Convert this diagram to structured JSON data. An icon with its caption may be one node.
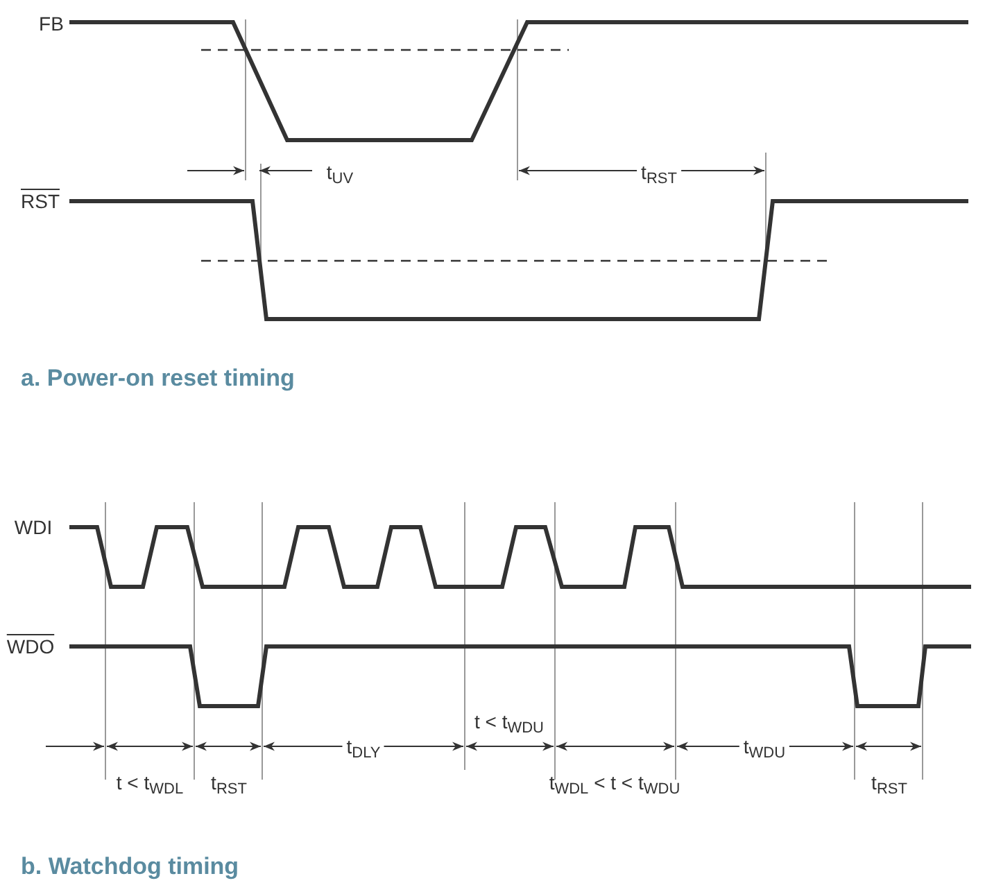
{
  "diagram": {
    "labels": [
      "FB",
      "t$_{UV}$",
      "t$_{RST}$",
      "RST",
      "a. Power-on reset timing",
      "WDI",
      "WDO",
      "t < t$_{WDU}$",
      "t$_{DLY}$",
      "t$_{WDU}$",
      "t < t$_{WDL}$",
      "t$_{RST}$",
      "t$_{WDL}$ < t < t$_{WDU}$",
      "t$_{RST}$",
      "b. Watchdog timing"
    ]
  }
}
